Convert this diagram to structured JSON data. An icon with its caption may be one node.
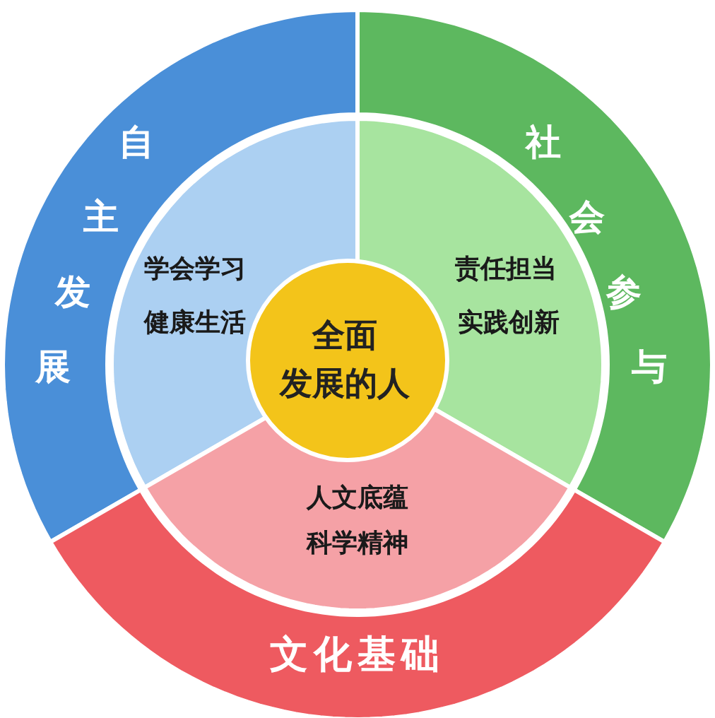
{
  "diagram": {
    "nodes": [
      {
        "text": [
          "自主发展"
        ]
      },
      {
        "text": [
          "社会参与"
        ]
      },
      {
        "text": [
          "学会学习",
          "健康生活"
        ]
      },
      {
        "text": [
          "全面发展的人"
        ]
      },
      {
        "text": [
          "责任担当",
          "实践创新"
        ]
      },
      {
        "text": [
          "人文底蕴",
          "科学精神"
        ]
      },
      {
        "text": [
          "文化基础"
        ]
      }
    ],
    "edges": []
  }
}
